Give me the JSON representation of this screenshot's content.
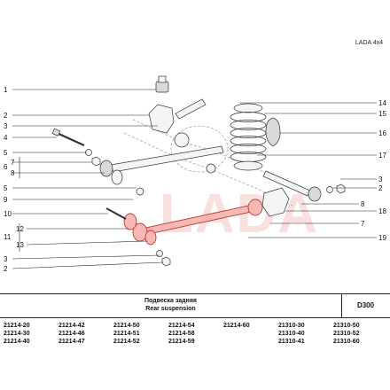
{
  "brand_label": "LADA 4x4",
  "watermark": "LADA",
  "callouts_left": [
    "1",
    "2",
    "3",
    "4",
    "5",
    "6",
    "7",
    "8",
    "5",
    "9",
    "10",
    "11",
    "12",
    "13",
    "3",
    "2"
  ],
  "callouts_right": [
    "14",
    "15",
    "16",
    "17",
    "3",
    "2",
    "8",
    "18",
    "7",
    "19"
  ],
  "title": {
    "ru": "Подвеска задняя",
    "en": "Rear suspension",
    "code": "D300"
  },
  "models": [
    [
      "21214-20",
      "21214-30",
      "21214-40"
    ],
    [
      "21214-42",
      "21214-46",
      "21214-47"
    ],
    [
      "21214-50",
      "21214-51",
      "21214-52"
    ],
    [
      "21214-54",
      "21214-58",
      "21214-59"
    ],
    [
      "21214-60"
    ],
    [
      "21310-30",
      "21310-40",
      "21310-41"
    ],
    [
      "21310-50",
      "21310-52",
      "21310-60"
    ]
  ]
}
